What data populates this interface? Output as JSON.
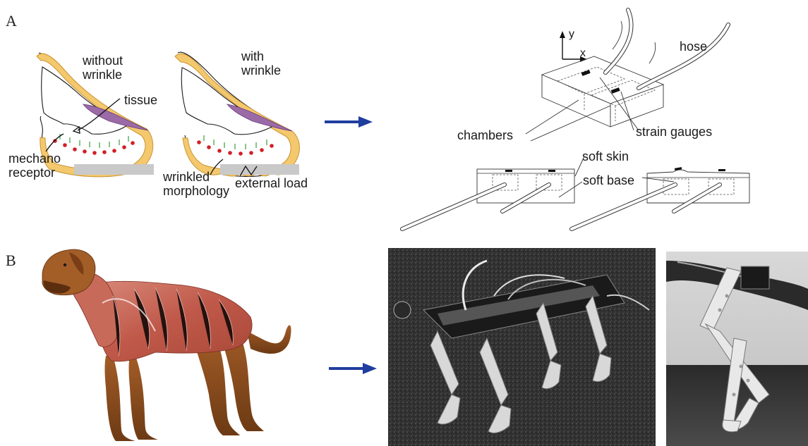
{
  "panel_a": {
    "label": "A",
    "finger_left": {
      "title_line1": "without",
      "title_line2": "wrinkle",
      "tissue": "tissue",
      "mech_line1": "mechano",
      "mech_line2": "receptor"
    },
    "finger_right": {
      "title_line1": "with",
      "title_line2": "wrinkle",
      "wrinkled_line1": "wrinkled",
      "wrinkled_line2": "morphology",
      "external_load": "external load"
    },
    "sensor": {
      "axis_y": "y",
      "axis_x": "x",
      "hose": "hose",
      "chambers": "chambers",
      "strain_gauges": "strain gauges",
      "soft_skin": "soft skin",
      "soft_base": "soft base"
    }
  },
  "panel_b": {
    "label": "B"
  },
  "colors": {
    "arrow": "#1f3e9e",
    "skin": "#f1c46a",
    "skin_edge": "#c9962f",
    "receptor": "#d21f26",
    "muscle": "#c86a5a",
    "fur": "#8a4a1e"
  }
}
